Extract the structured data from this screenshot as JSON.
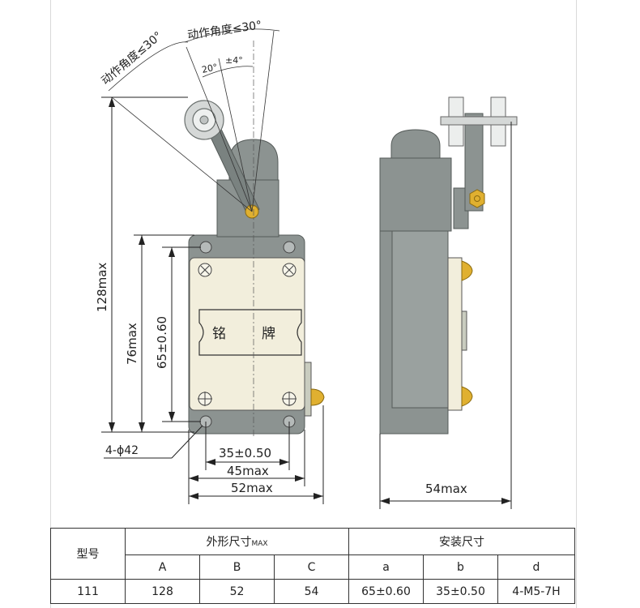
{
  "drawing": {
    "angle_left": "动作角度≤30°",
    "angle_right": "动作角度≤30°",
    "angle_center": "20°",
    "angle_tol": "±4°",
    "nameplate": [
      "铭",
      "牌"
    ],
    "dim_128": "128max",
    "dim_76": "76max",
    "dim_65": "65±0.60",
    "dim_hole": "4-ϕ42",
    "dim_35": "35±0.50",
    "dim_45": "45max",
    "dim_52": "52max",
    "dim_54": "54max"
  },
  "table": {
    "model_header": "型号",
    "outline_header": "外形尺寸",
    "outline_unit": "MAX",
    "mount_header": "安装尺寸",
    "cols": [
      "A",
      "B",
      "C",
      "a",
      "b",
      "d"
    ],
    "row": [
      "111",
      "128",
      "52",
      "54",
      "65±0.60",
      "35±0.50",
      "4-M5-7H"
    ]
  },
  "colors": {
    "body": "#8c9391",
    "nameplate": "#f2eedc",
    "brass": "#e0b030"
  }
}
